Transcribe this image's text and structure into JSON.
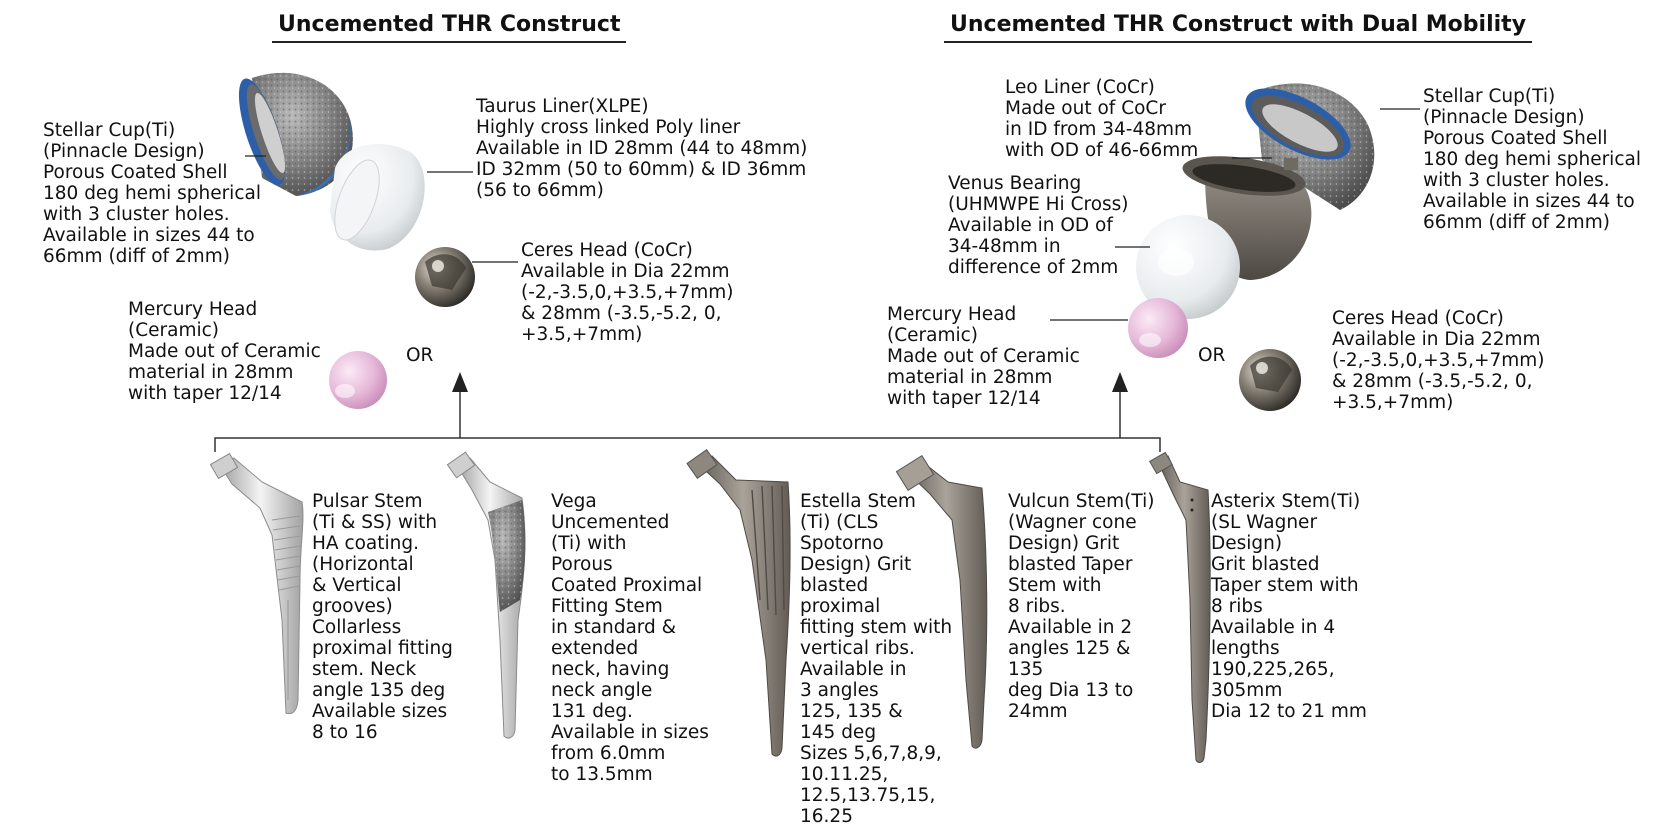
{
  "titles": {
    "left": "Uncemented THR Construct",
    "right": "Uncemented THR Construct with Dual Mobility"
  },
  "left": {
    "stellar_cup": [
      "Stellar Cup(Ti)",
      "(Pinnacle Design)",
      "Porous Coated Shell",
      "180 deg hemi spherical",
      "with 3 cluster holes.",
      "Available in sizes 44 to",
      "66mm (diff of 2mm)"
    ],
    "taurus_liner": [
      "Taurus Liner(XLPE)",
      "Highly cross linked Poly liner",
      "Available in ID 28mm (44 to 48mm)",
      "ID 32mm (50 to 60mm) & ID 36mm",
      "(56 to 66mm)"
    ],
    "ceres_head": [
      "Ceres Head (CoCr)",
      "Available in Dia 22mm",
      "(-2,-3.5,0,+3.5,+7mm)",
      "& 28mm (-3.5,-5.2, 0,",
      "+3.5,+7mm)"
    ],
    "mercury_head": [
      "Mercury Head",
      "(Ceramic)",
      "Made out of Ceramic",
      "material in 28mm",
      "with taper 12/14"
    ],
    "or": "OR"
  },
  "right": {
    "leo_liner": [
      "Leo Liner (CoCr)",
      "Made out of CoCr",
      "in ID from 34-48mm",
      "with OD of 46-66mm"
    ],
    "venus_bearing": [
      "Venus Bearing",
      "(UHMWPE Hi Cross)",
      "Available in OD of",
      "34-48mm in",
      "difference of 2mm"
    ],
    "stellar_cup": [
      "Stellar Cup(Ti)",
      "(Pinnacle Design)",
      "Porous Coated Shell",
      "180 deg hemi spherical",
      "with 3 cluster holes.",
      "Available in sizes 44 to",
      "66mm (diff of 2mm)"
    ],
    "mercury_head": [
      "Mercury Head",
      "(Ceramic)",
      "Made out of Ceramic",
      "material in 28mm",
      "with taper 12/14"
    ],
    "ceres_head": [
      "Ceres Head (CoCr)",
      "Available in Dia 22mm",
      "(-2,-3.5,0,+3.5,+7mm)",
      "& 28mm (-3.5,-5.2, 0,",
      "+3.5,+7mm)"
    ],
    "or": "OR"
  },
  "stems": {
    "pulsar": [
      "Pulsar Stem",
      "(Ti & SS) with",
      "HA coating.",
      "(Horizontal",
      "& Vertical",
      "grooves)",
      "Collarless",
      "proximal fitting",
      "stem. Neck",
      "angle 135 deg",
      "Available sizes",
      "8 to 16"
    ],
    "vega": [
      "Vega",
      "Uncemented",
      "(Ti) with",
      "Porous",
      "Coated Proximal",
      "Fitting Stem",
      "in standard &",
      "extended",
      "neck, having",
      "neck angle",
      "131 deg.",
      "Available in sizes",
      "from 6.0mm",
      "to 13.5mm"
    ],
    "estella": [
      "Estella Stem",
      "(Ti) (CLS",
      "Spotorno",
      "Design) Grit",
      "blasted",
      "proximal",
      "fitting stem with",
      "vertical ribs.",
      "Available in",
      "3 angles",
      "125, 135 &",
      "145 deg",
      "Sizes 5,6,7,8,9,",
      "10.11.25,",
      "12.5,13.75,15,",
      "16.25"
    ],
    "vulcun": [
      "Vulcun Stem(Ti)",
      "(Wagner cone",
      "Design) Grit",
      "blasted Taper",
      "Stem with",
      "8 ribs.",
      "Available in 2",
      "angles 125 &",
      "135",
      "deg Dia 13 to",
      "24mm"
    ],
    "asterix": [
      "Asterix Stem(Ti)",
      "(SL Wagner",
      "Design)",
      "Grit blasted",
      "Taper stem with",
      "8 ribs",
      "Available in 4",
      "lengths",
      "190,225,265,",
      "305mm",
      "Dia 12 to 21 mm"
    ]
  }
}
